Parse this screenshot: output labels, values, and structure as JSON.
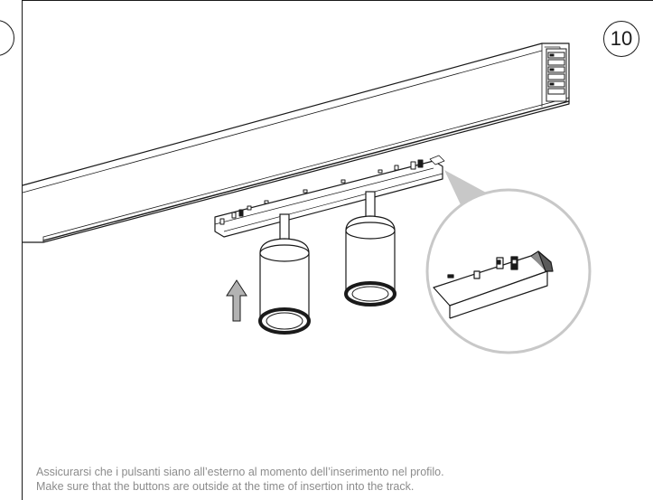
{
  "step": {
    "number": "10"
  },
  "instructions": {
    "italian": "Assicurarsi che i pulsanti siano all’esterno al momento dell’inserimento nel profilo.",
    "english": "Make sure that the buttons are outside at the time of insertion into the track."
  },
  "colors": {
    "line": "#1a1a1a",
    "arrow_fill": "#b3b3b3",
    "zoom_circle": "#c8c8c8",
    "caption_text": "#8c8c8c"
  }
}
